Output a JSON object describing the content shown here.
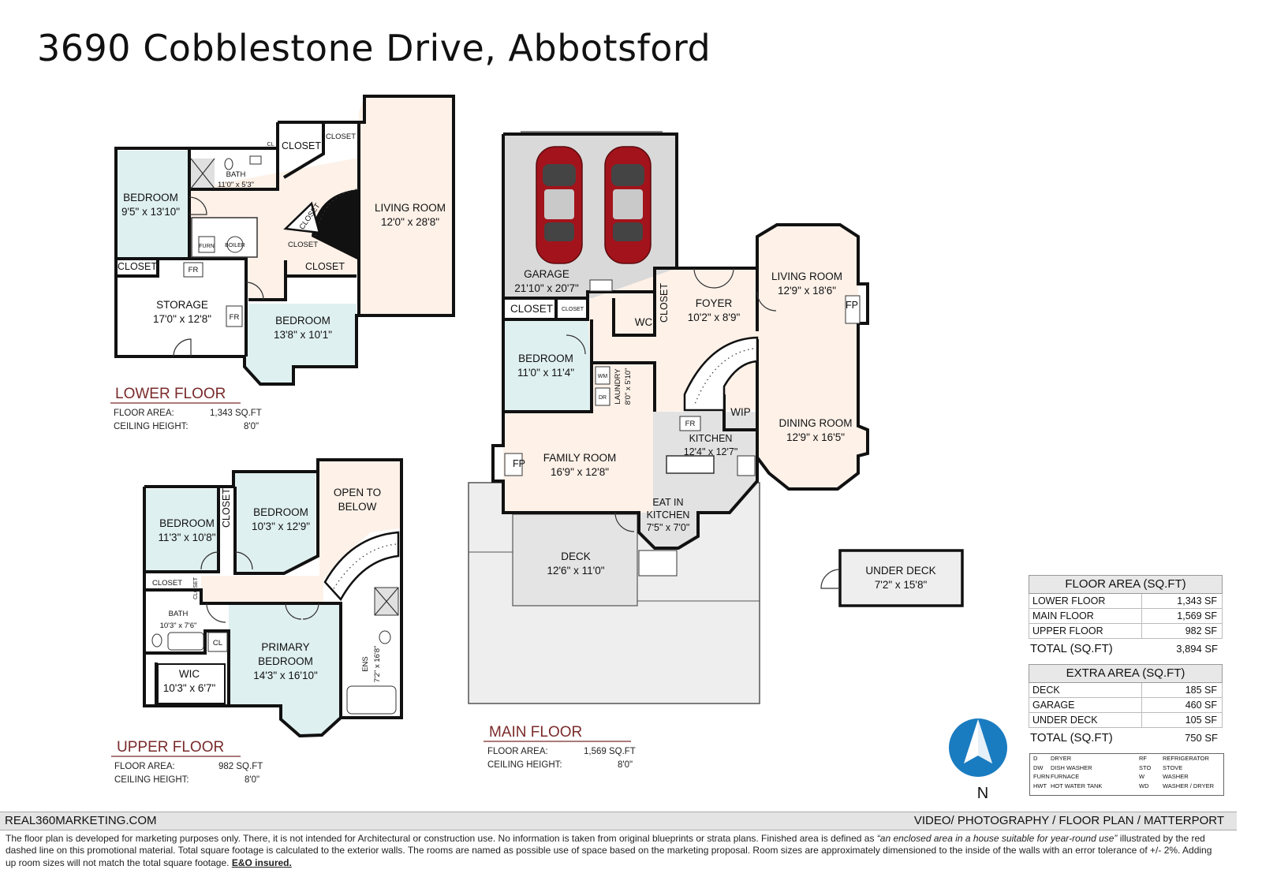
{
  "title": "3690 Cobblestone Drive, Abbotsford",
  "floors": {
    "lower": {
      "label": "LOWER FLOOR",
      "area_label": "FLOOR AREA:",
      "area_value": "1,343 SQ.FT",
      "ceiling_label": "CEILING HEIGHT:",
      "ceiling_value": "8'0\""
    },
    "main": {
      "label": "MAIN FLOOR",
      "area_label": "FLOOR AREA:",
      "area_value": "1,569 SQ.FT",
      "ceiling_label": "CEILING HEIGHT:",
      "ceiling_value": "8'0\""
    },
    "upper": {
      "label": "UPPER FLOOR",
      "area_label": "FLOOR AREA:",
      "area_value": "982 SQ.FT",
      "ceiling_label": "CEILING HEIGHT:",
      "ceiling_value": "8'0\""
    }
  },
  "rooms": {
    "lower_bedroom1": {
      "name": "BEDROOM",
      "dim": "9'5\" x 13'10\""
    },
    "lower_bath": {
      "name": "BATH",
      "dim": "11'0\" x 5'3\""
    },
    "lower_closet1": "CLOSET",
    "lower_closet2": "CLOSET",
    "lower_cl": "CL",
    "lower_closet_stair": "CLOSET",
    "lower_closet_under": "CLOSET",
    "lower_closet_left": "CLOSET",
    "lower_closet_bed": "CLOSET",
    "lower_living": {
      "name": "LIVING ROOM",
      "dim": "12'0\" x 28'8\""
    },
    "lower_storage": {
      "name": "STORAGE",
      "dim": "17'0\" x 12'8\""
    },
    "lower_bedroom2": {
      "name": "BEDROOM",
      "dim": "13'8\" x 10'1\""
    },
    "lower_furn": "FURN",
    "lower_boiler": "BOILER",
    "lower_fr1": "FR",
    "lower_fr2": "FR",
    "garage": {
      "name": "GARAGE",
      "dim": "21'10\" x 20'7\""
    },
    "main_closet1": "CLOSET",
    "main_closet2": "CLOSET",
    "main_closet3": "CLOSET",
    "main_wc": "WC",
    "foyer": {
      "name": "FOYER",
      "dim": "10'2\" x 8'9\""
    },
    "main_living": {
      "name": "LIVING ROOM",
      "dim": "12'9\" x 18'6\""
    },
    "main_fp1": "FP",
    "main_bedroom": {
      "name": "BEDROOM",
      "dim": "11'0\" x 11'4\""
    },
    "laundry": {
      "name": "LAUNDRY",
      "dim": "8'0\" x 5'10\""
    },
    "laundry_wm": "WM",
    "laundry_dr": "DR",
    "wip": "WIP",
    "kitchen": {
      "name": "KITCHEN",
      "dim": "12'4\" x 12'7\""
    },
    "kitchen_fr": "FR",
    "dining": {
      "name": "DINING ROOM",
      "dim": "12'9\" x 16'5\""
    },
    "family": {
      "name": "FAMILY ROOM",
      "dim": "16'9\" x 12'8\""
    },
    "main_fp2": "FP",
    "eat_in": {
      "name1": "EAT IN",
      "name2": "KITCHEN",
      "dim": "7'5\" x 7'0\""
    },
    "deck": {
      "name": "DECK",
      "dim": "12'6\" x 11'0\""
    },
    "under_deck": {
      "name": "UNDER DECK",
      "dim": "7'2\" x 15'8\""
    },
    "upper_bedroom1": {
      "name": "BEDROOM",
      "dim": "11'3\" x 10'8\""
    },
    "upper_closet1": "CLOSET",
    "upper_bedroom2": {
      "name": "BEDROOM",
      "dim": "10'3\" x 12'9\""
    },
    "open_below": {
      "line1": "OPEN TO",
      "line2": "BELOW"
    },
    "upper_closet2": "CLOSET",
    "upper_closet3": "CLOSET",
    "upper_bath": {
      "name": "BATH",
      "dim": "10'3\" x 7'6\""
    },
    "upper_cl": "CL",
    "primary": {
      "name1": "PRIMARY",
      "name2": "BEDROOM",
      "dim": "14'3\" x 16'10\""
    },
    "ens": {
      "name": "ENS",
      "dim": "7'2\" x 16'8\""
    },
    "wic": {
      "name": "WIC",
      "dim": "10'3\" x 6'7\""
    }
  },
  "floor_area_table": {
    "header": "FLOOR AREA (SQ.FT)",
    "rows": [
      {
        "label": "LOWER FLOOR",
        "value": "1,343 SF"
      },
      {
        "label": "MAIN FLOOR",
        "value": "1,569 SF"
      },
      {
        "label": "UPPER FLOOR",
        "value": "982 SF"
      }
    ],
    "total_label": "TOTAL (SQ.FT)",
    "total_value": "3,894 SF"
  },
  "extra_area_table": {
    "header": "EXTRA AREA (SQ.FT)",
    "rows": [
      {
        "label": "DECK",
        "value": "185 SF"
      },
      {
        "label": "GARAGE",
        "value": "460 SF"
      },
      {
        "label": "UNDER DECK",
        "value": "105 SF"
      }
    ],
    "total_label": "TOTAL (SQ.FT)",
    "total_value": "750 SF"
  },
  "legend": [
    {
      "a": "D",
      "b": "DRYER",
      "c": "RF",
      "d": "REFRIGERATOR"
    },
    {
      "a": "DW",
      "b": "DISH WASHER",
      "c": "STO",
      "d": "STOVE"
    },
    {
      "a": "FURN",
      "b": "FURNACE",
      "c": "W",
      "d": "WASHER"
    },
    {
      "a": "HWT",
      "b": "HOT WATER TANK",
      "c": "WD",
      "d": "WASHER / DRYER"
    }
  ],
  "compass_label": "N",
  "colors": {
    "bedroom": "#dff0f0",
    "living": "#fdf1e8",
    "garage": "#d9d9d9",
    "kitchen": "#e2e2e2",
    "deck": "#eeeeee",
    "car": "#a3131b",
    "compass": "#1a7cc0",
    "floor_label": "#7a2a2a"
  },
  "footer": {
    "left": "REAL360MARKETING.COM",
    "right": "VIDEO/ PHOTOGRAPHY / FLOOR PLAN / MATTERPORT"
  },
  "disclaimer": {
    "part1": "The floor plan is developed for marketing purposes only. There, it is not intended for Architectural or construction use. No information is  taken from original blueprints or strata plans. Finished area is defined as ",
    "italic": "“an enclosed area in a house suitable for year-round use”",
    "part2": " illustrated by the red dashed line on this promotional material. Total square footage is calculated to the exterior walls. The rooms are named as possible use of space based on the marketing proposal. Room sizes are approximately dimensioned to the inside of the walls with an error tolerance of +/- 2%. Adding up room sizes will not match the total square footage. ",
    "bold": "E&O insured."
  }
}
